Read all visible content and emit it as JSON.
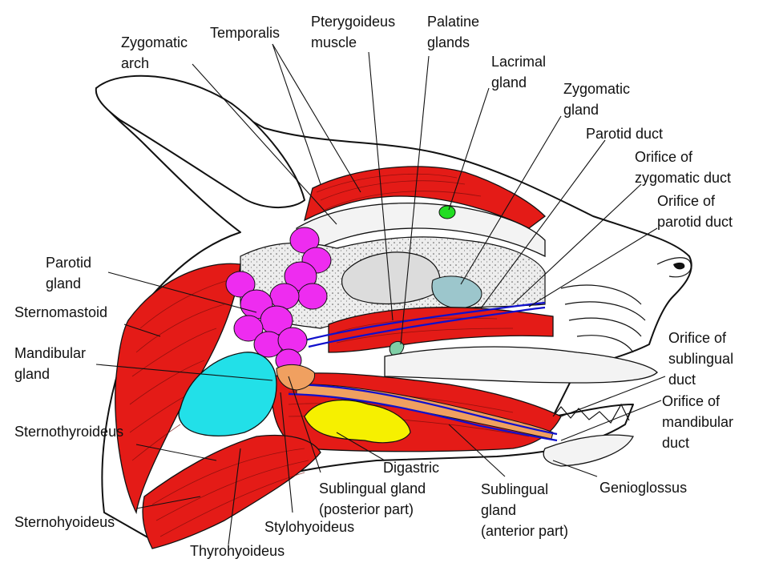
{
  "labels": {
    "zygomatic_arch": "Zygomatic\narch",
    "temporalis": "Temporalis",
    "pterygoideus_muscle": "Pterygoideus\nmuscle",
    "palatine_glands": "Palatine\nglands",
    "lacrimal_gland": "Lacrimal\ngland",
    "zygomatic_gland": "Zygomatic\ngland",
    "parotid_duct": "Parotid duct",
    "orifice_zygomatic_duct": "Orifice of\nzygomatic duct",
    "orifice_parotid_duct": "Orifice of\nparotid duct",
    "parotid_gland": "Parotid\ngland",
    "sternomastoid": "Sternomastoid",
    "mandibular_gland": "Mandibular\ngland",
    "orifice_sublingual_duct": "Orifice of\nsublingual\nduct",
    "orifice_mandibular_duct": "Orifice of\nmandibular\nduct",
    "sternothyroideus": "Sternothyroideus",
    "digastric": "Digastric",
    "sublingual_gland_posterior": "Sublingual gland\n(posterior part)",
    "sublingual_gland_anterior": "Sublingual\ngland\n(anterior part)",
    "genioglossus": "Genioglossus",
    "sternohyoideus": "Sternohyoideus",
    "stylohyoideus": "Stylohyoideus",
    "thyrohyoideus": "Thyrohyoideus"
  },
  "colors": {
    "muscle": "#e41b17",
    "parotid_gland": "#ee2cf0",
    "mandibular_gland": "#22e0e8",
    "sublingual_gland_posterior": "#f6f000",
    "sublingual_gland_anterior": "#f0a060",
    "zygomatic_gland": "#9cc6cc",
    "lacrimal_gland": "#22dd22",
    "duct": "#1010cc"
  }
}
